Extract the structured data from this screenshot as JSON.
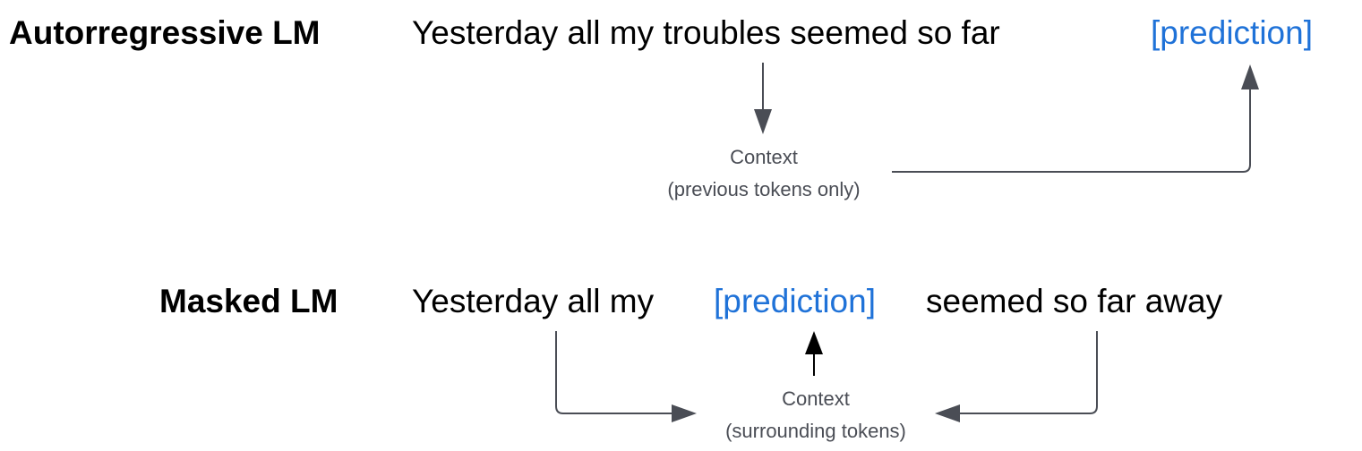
{
  "colors": {
    "prediction": "#1f72d8",
    "arrow": "#4a4d55",
    "text": "#000000"
  },
  "autoregressive": {
    "label": "Autorregressive LM",
    "sentence": "Yesterday all my troubles seemed so far",
    "prediction": "[prediction]",
    "context_title": "Context",
    "context_note": "(previous tokens only)"
  },
  "masked": {
    "label": "Masked LM",
    "sentence_before": "Yesterday all my",
    "prediction": "[prediction]",
    "sentence_after": "seemed so far away",
    "context_title": "Context",
    "context_note": "(surrounding tokens)"
  }
}
